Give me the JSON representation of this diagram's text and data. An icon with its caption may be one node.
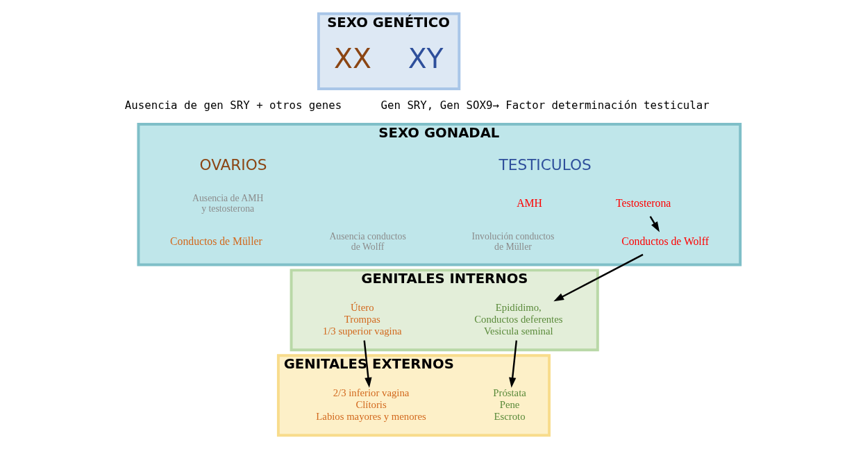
{
  "diagram": {
    "nodes": [
      {
        "text": [
          "SEXO GENÉTICO"
        ]
      },
      {
        "text": [
          "XX"
        ],
        "in": 0
      },
      {
        "text": [
          "XY"
        ],
        "in": 0
      },
      {
        "text": [
          "SEXO GONADAL"
        ]
      },
      {
        "text": [
          "OVARIOS"
        ],
        "in": 3
      },
      {
        "text": [
          "TESTICULOS"
        ],
        "in": 3
      },
      {
        "text": [
          "Ausencia de AMH y testosterona"
        ],
        "in": 3
      },
      {
        "text": [
          "Conductos de Müller"
        ],
        "in": 3
      },
      {
        "text": [
          "Ausencia conductos de Wolff"
        ],
        "in": 3
      },
      {
        "text": [
          "AMH"
        ],
        "in": 3
      },
      {
        "text": [
          "Testosterona"
        ],
        "in": 3
      },
      {
        "text": [
          "Involución conductos de Müller"
        ],
        "in": 3
      },
      {
        "text": [
          "Conductos de Wolff"
        ],
        "in": 3
      },
      {
        "text": [
          "GENITALES INTERNOS"
        ]
      },
      {
        "text": [
          "Útero",
          "Trompas",
          "1/3 superior vagina"
        ],
        "in": 13
      },
      {
        "text": [
          "Epidídimo,",
          "Conductos deferentes",
          "Vesicula seminal"
        ],
        "in": 13
      },
      {
        "text": [
          "GENITALES EXTERNOS"
        ]
      },
      {
        "text": [
          "2/3 inferior vagina",
          "Clítoris",
          "Labios mayores y menores"
        ],
        "in": 16
      },
      {
        "text": [
          "Próstata",
          "Pene",
          "Escroto"
        ],
        "in": 16
      }
    ],
    "edges": [
      {
        "from": 10,
        "to": 12,
        "arrow": "to"
      },
      {
        "from": 12,
        "to": 15,
        "arrow": "to"
      },
      {
        "from": 14,
        "to": 17,
        "arrow": "to"
      },
      {
        "from": 15,
        "to": 18,
        "arrow": "to"
      }
    ],
    "labels": [
      "Ausencia de gen SRY + otros genes",
      "Gen SRY, Gen SOX9→ Factor determinación testicular"
    ]
  }
}
